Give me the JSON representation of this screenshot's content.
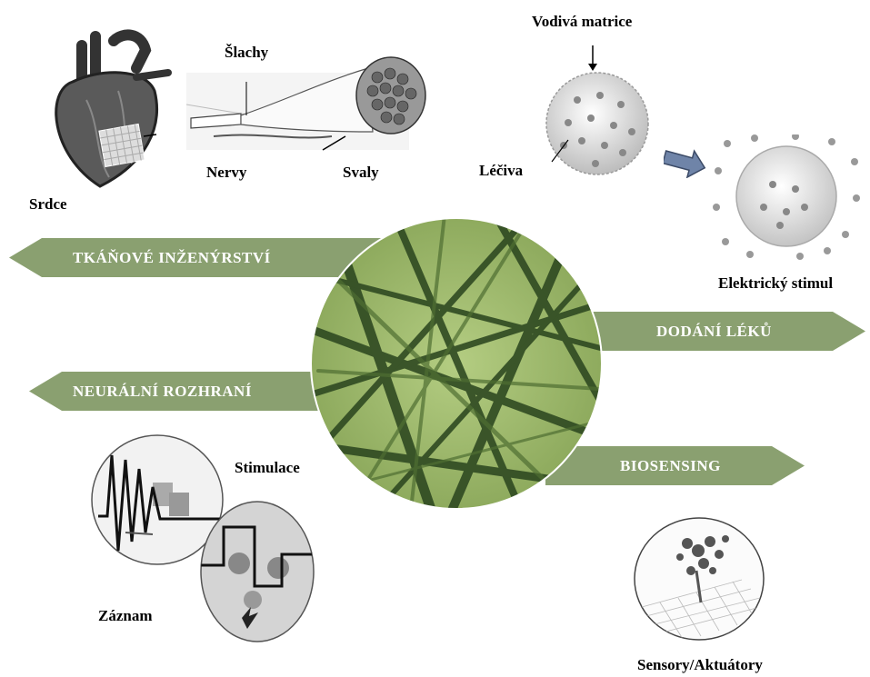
{
  "arrows": {
    "tissue": "TKÁŇOVÉ INŽENÝRSTVÍ",
    "drug": "DODÁNÍ LÉKŮ",
    "neural": "NEURÁLNÍ ROZHRANÍ",
    "biosensing": "BIOSENSING"
  },
  "labels": {
    "heart": "Srdce",
    "tendons": "Šlachy",
    "nerves": "Nervy",
    "muscles": "Svaly",
    "matrix": "Vodivá matrice",
    "drugs": "Léčiva",
    "stimulus": "Elektrický stimul",
    "stimulation": "Stimulace",
    "recording": "Záznam",
    "sensors": "Sensory/Aktuátory"
  },
  "colors": {
    "arrow_fill": "#8aa070",
    "fiber_background": "#9cb866",
    "fiber_dark": "#2f4a22"
  }
}
